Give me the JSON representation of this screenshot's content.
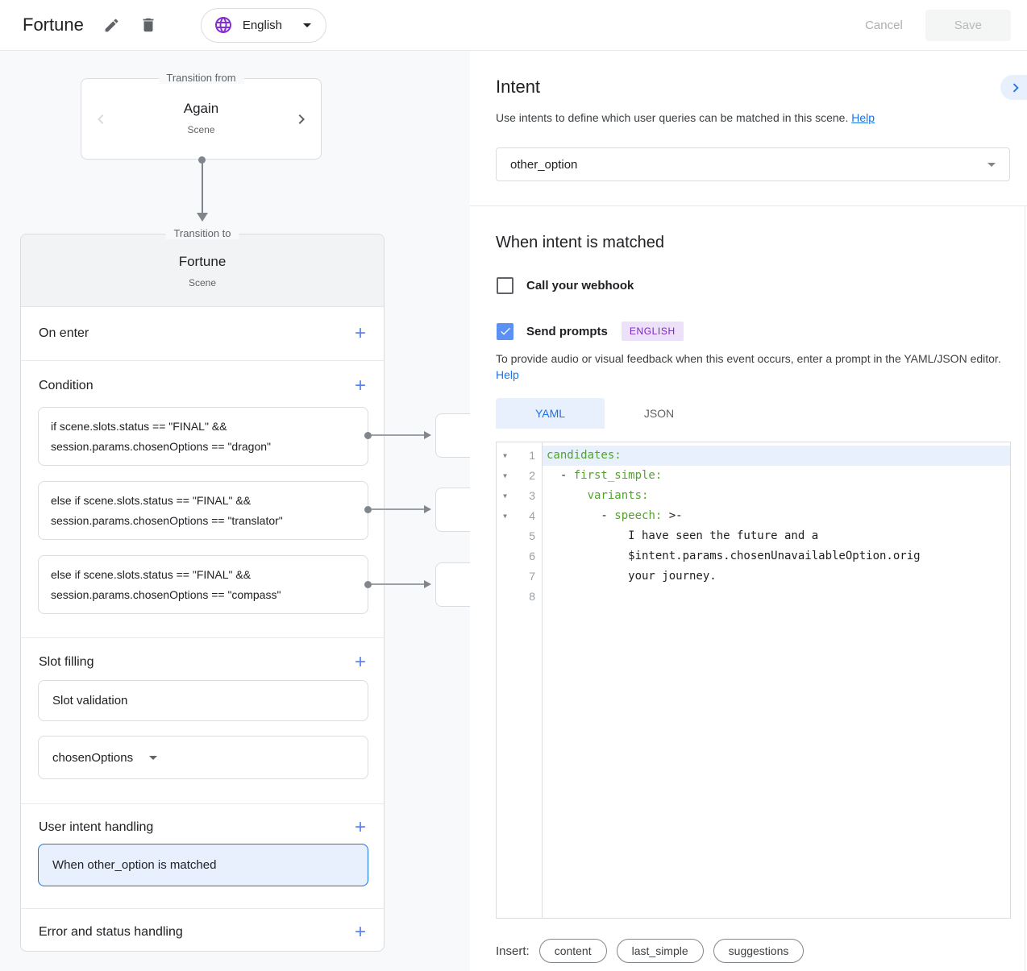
{
  "colors": {
    "accent_blue": "#1a73e8",
    "checkbox_checked_blue": "#5b90f5",
    "globe_purple": "#8430ce",
    "badge_purple_text": "#7627bb",
    "badge_purple_bg": "#ece1f9",
    "code_key_green": "#55a032",
    "highlight_blue_bg": "#e8f0fe",
    "selected_card_border": "#1a73e8"
  },
  "glyphs": {
    "plus": "+",
    "fold": "▼"
  },
  "topbar": {
    "title": "Fortune",
    "language": "English",
    "cancel_label": "Cancel",
    "save_label": "Save"
  },
  "flow": {
    "transition_from": {
      "legend": "Transition from",
      "name": "Again",
      "type": "Scene"
    },
    "transition_to": {
      "legend": "Transition to",
      "name": "Fortune",
      "type": "Scene"
    },
    "sections": {
      "on_enter": "On enter",
      "condition": "Condition",
      "slot_filling": "Slot filling",
      "user_intent": "User intent handling",
      "error": "Error and status handling"
    },
    "conditions": [
      {
        "line1": "if scene.slots.status == \"FINAL\" &&",
        "line2": "session.params.chosenOptions == \"dragon\""
      },
      {
        "line1": "else if scene.slots.status == \"FINAL\" &&",
        "line2": "session.params.chosenOptions == \"translator\""
      },
      {
        "line1": "else if scene.slots.status == \"FINAL\" &&",
        "line2": "session.params.chosenOptions == \"compass\""
      }
    ],
    "slot_validation_label": "Slot validation",
    "slot_param_label": "chosenOptions",
    "intent_card_label": "When other_option is matched"
  },
  "intent_panel": {
    "title": "Intent",
    "description": "Use intents to define which user queries can be matched in this scene.",
    "help_label": "Help",
    "selected_intent": "other_option"
  },
  "matched_panel": {
    "title": "When intent is matched",
    "webhook_label": "Call your webhook",
    "webhook_checked": false,
    "send_prompts_label": "Send prompts",
    "send_prompts_checked": true,
    "language_badge": "ENGLISH",
    "description": "To provide audio or visual feedback when this event occurs, enter a prompt in the YAML/JSON editor.",
    "help_label": "Help",
    "tabs": [
      "YAML",
      "JSON"
    ],
    "active_tab": "YAML"
  },
  "editor": {
    "lines": [
      {
        "num": 1,
        "fold": true,
        "active": true,
        "segments": [
          {
            "t": "candidates:",
            "c": "key"
          }
        ]
      },
      {
        "num": 2,
        "fold": true,
        "active": false,
        "segments": [
          {
            "t": "  - ",
            "c": "plain"
          },
          {
            "t": "first_simple:",
            "c": "key"
          }
        ]
      },
      {
        "num": 3,
        "fold": true,
        "active": false,
        "segments": [
          {
            "t": "      ",
            "c": "plain"
          },
          {
            "t": "variants:",
            "c": "key"
          }
        ]
      },
      {
        "num": 4,
        "fold": true,
        "active": false,
        "segments": [
          {
            "t": "        - ",
            "c": "plain"
          },
          {
            "t": "speech:",
            "c": "key"
          },
          {
            "t": " >-",
            "c": "plain"
          }
        ]
      },
      {
        "num": 5,
        "fold": false,
        "active": false,
        "segments": [
          {
            "t": "            I have seen the future and a",
            "c": "plain"
          }
        ]
      },
      {
        "num": 6,
        "fold": false,
        "active": false,
        "segments": [
          {
            "t": "            $intent.params.chosenUnavailableOption.orig",
            "c": "plain"
          }
        ]
      },
      {
        "num": 7,
        "fold": false,
        "active": false,
        "segments": [
          {
            "t": "            your journey.",
            "c": "plain"
          }
        ]
      },
      {
        "num": 8,
        "fold": false,
        "active": false,
        "segments": []
      }
    ]
  },
  "insert_bar": {
    "label": "Insert:",
    "chips": [
      "content",
      "last_simple",
      "suggestions"
    ]
  }
}
